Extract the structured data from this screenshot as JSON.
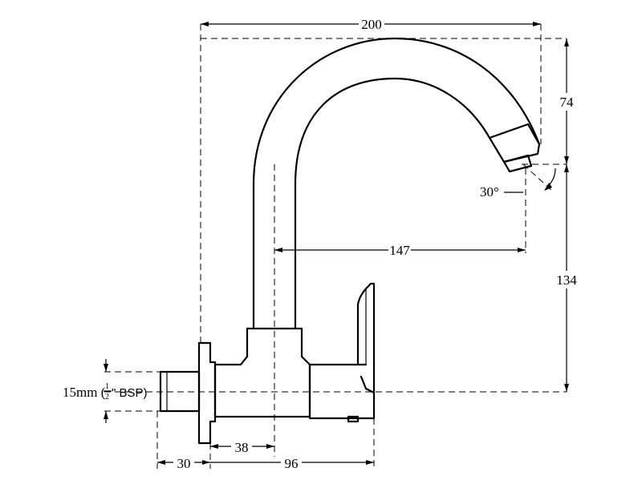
{
  "dimensions": {
    "overall_width": "200",
    "spout_drop": "74",
    "spout_angle": "30°",
    "spout_reach": "147",
    "total_height": "134",
    "pipe_size": "15mm (",
    "pipe_fraction_num": "1",
    "pipe_fraction_den": "2",
    "pipe_size_suffix": "\" BSP)",
    "body_offset": "38",
    "thread_length": "30",
    "body_length": "96"
  }
}
